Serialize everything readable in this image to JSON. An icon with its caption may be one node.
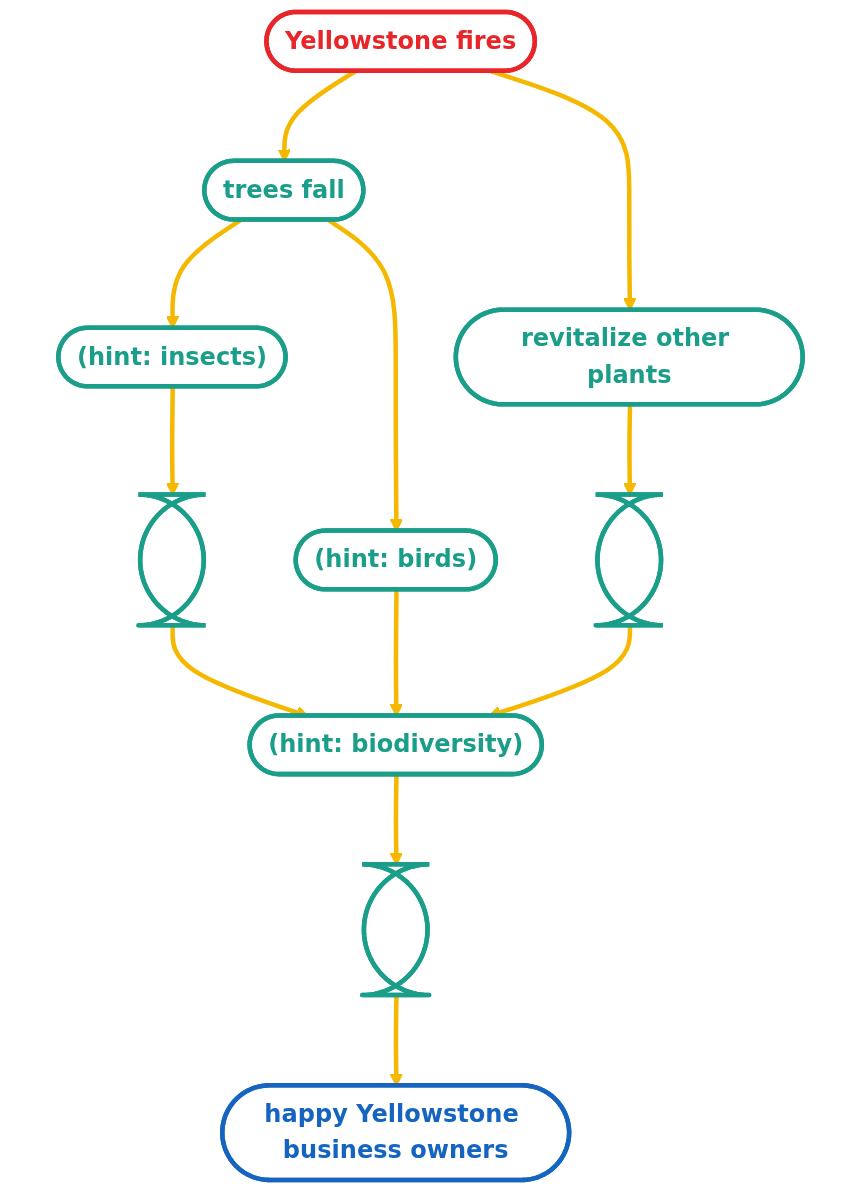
{
  "diagram": {
    "nodes": [
      {
        "text": [
          "Yellowstone fires"
        ]
      },
      {
        "text": [
          "trees fall"
        ]
      },
      {
        "text": [
          "revitalize other plants"
        ]
      },
      {
        "text": [
          "(hint: insects)"
        ]
      },
      {
        "text": [
          "(hint: birds)"
        ]
      },
      {
        "text": [],
        "shape": "circle"
      },
      {
        "text": [],
        "shape": "circle"
      },
      {
        "text": [
          "(hint: biodiversity)"
        ]
      },
      {
        "text": [],
        "shape": "circle"
      },
      {
        "text": [
          "happy Yellowstone business owners"
        ]
      }
    ],
    "edges": [
      {
        "from": 0,
        "to": 1,
        "arrow": "to"
      },
      {
        "from": 0,
        "to": 2,
        "arrow": "to"
      },
      {
        "from": 1,
        "to": 3,
        "arrow": "to"
      },
      {
        "from": 1,
        "to": 4,
        "arrow": "to"
      },
      {
        "from": 2,
        "to": 5,
        "arrow": "to"
      },
      {
        "from": 3,
        "to": 6,
        "arrow": "to"
      },
      {
        "from": 4,
        "to": 7,
        "arrow": "to"
      },
      {
        "from": 5,
        "to": 7,
        "arrow": "to"
      },
      {
        "from": 6,
        "to": 7,
        "arrow": "to"
      },
      {
        "from": 7,
        "to": 8,
        "arrow": "to"
      },
      {
        "from": 8,
        "to": 9,
        "arrow": "to"
      }
    ]
  }
}
